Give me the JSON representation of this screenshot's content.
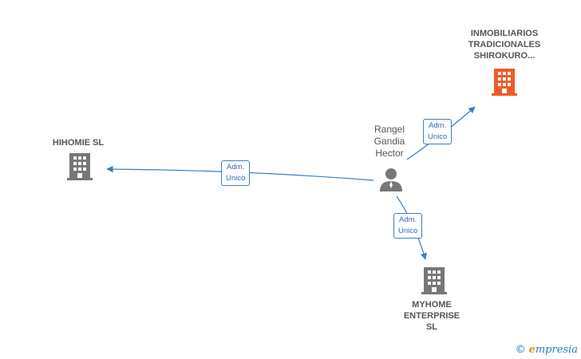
{
  "nodes": {
    "center": {
      "name": "Rangel\nGandia\nHector"
    },
    "top_right": {
      "name": "INMOBILIARIOS\nTRADICIONALES\nSHIROKURO...",
      "color": "#f05a28"
    },
    "left": {
      "name": "HIHOMIE  SL",
      "color": "#777777"
    },
    "bottom": {
      "name": "MYHOME\nENTERPRISE\nSL",
      "color": "#777777"
    }
  },
  "edges": {
    "to_top_right": "Adm.\nUnico",
    "to_left": "Adm.\nUnico",
    "to_bottom": "Adm.\nUnico"
  },
  "colors": {
    "edge": "#3a7ec9",
    "person": "#777777"
  },
  "watermark": {
    "copyright": "©",
    "brand_initial": "e",
    "brand_rest": "mpresia"
  }
}
